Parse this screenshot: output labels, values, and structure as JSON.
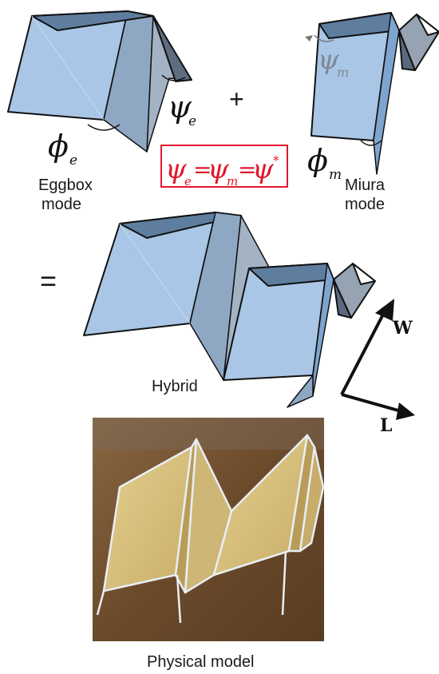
{
  "labels": {
    "eggbox_mode_line1": "Eggbox",
    "eggbox_mode_line2": "mode",
    "miura_mode_line1": "Miura",
    "miura_mode_line2": "mode",
    "hybrid": "Hybrid",
    "physical_model": "Physical model",
    "plus_sign": "+",
    "equals_sign": "=",
    "axis_w": "W",
    "axis_l": "L"
  },
  "symbols": {
    "psi": "ψ",
    "phi": "ϕ",
    "sub_e": "e",
    "sub_m": "m",
    "eq_sign": "=",
    "star": "*"
  },
  "colors": {
    "panel_fill": "#a9c6e6",
    "panel_dark": "#6f8cab",
    "highlight": "#e0182e",
    "photo_bg": "#7a5836",
    "photo_paper": "#d6bf7d"
  }
}
